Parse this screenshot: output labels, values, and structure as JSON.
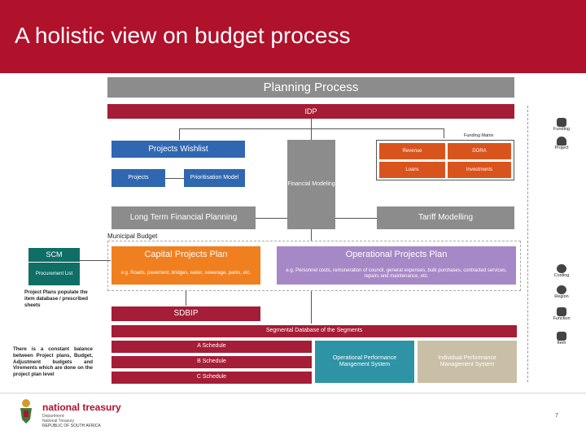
{
  "slide": {
    "title": "A holistic view on budget process",
    "page_number": "7"
  },
  "diagram": {
    "planning_process": "Planning Process",
    "idp": "IDP",
    "funding_matrix": "Funding Matrix",
    "projects_wishlist": "Projects Wishlist",
    "projects": "Projects",
    "prioritisation_model": "Prioritisation Model",
    "financial_modeling": "Financial Modeling",
    "revenue": "Revenue",
    "dora": "DORA",
    "loans": "Loans",
    "investments": "Investments",
    "ltfp": "Long Term Financial Planning",
    "tariff_modelling": "Tariff Modelling",
    "municipal_budget": "Municipal Budget",
    "scm": "SCM",
    "procurement_list": "Procurement List",
    "capital_projects_plan": "Capital Projects Plan",
    "capital_examples": "e.g. Roads, pavement, bridges, water, sewerage, parks, etc.",
    "operational_projects_plan": "Operational Projects Plan",
    "operational_examples": "e.g. Personnel costs, remuneration of council, general expenses, bulk purchases, contracted services, repairs and maintenance, etc.",
    "project_plans_note": "Project Plans populate the item database / prescribed sheets",
    "sdbip": "SDBIP",
    "segmental_db": "Segmental Database of the Segments",
    "a_schedule": "A Schedule",
    "b_schedule": "B Schedule",
    "c_schedule": "C Schedule",
    "balance_note": "There is a constant balance between Project plans, Budget, Adjustment budgets and Virements which are done on the project plan level",
    "opms": "Operational Performance Mangement System",
    "ipms": "Individual Performance Management System"
  },
  "segments": [
    {
      "label": "Funding",
      "icon": "funding-icon"
    },
    {
      "label": "Project",
      "icon": "project-icon"
    },
    {
      "label": "Costing",
      "icon": "costing-icon"
    },
    {
      "label": "Region",
      "icon": "region-icon"
    },
    {
      "label": "Function",
      "icon": "function-icon"
    },
    {
      "label": "Item",
      "icon": "item-icon"
    }
  ],
  "footer": {
    "brand": "national treasury",
    "dept_line1": "Department:",
    "dept_line2": "National Treasury",
    "country": "REPUBLIC OF SOUTH AFRICA"
  },
  "colors": {
    "header_red": "#b0112b",
    "grey": "#8c8c8c",
    "maroon": "#a51d36",
    "blue": "#2f67b1",
    "green": "#0f6e66",
    "orange": "#f07f1f",
    "purple": "#a788c7",
    "teal": "#2d93a5",
    "sand": "#c9bfa6"
  }
}
